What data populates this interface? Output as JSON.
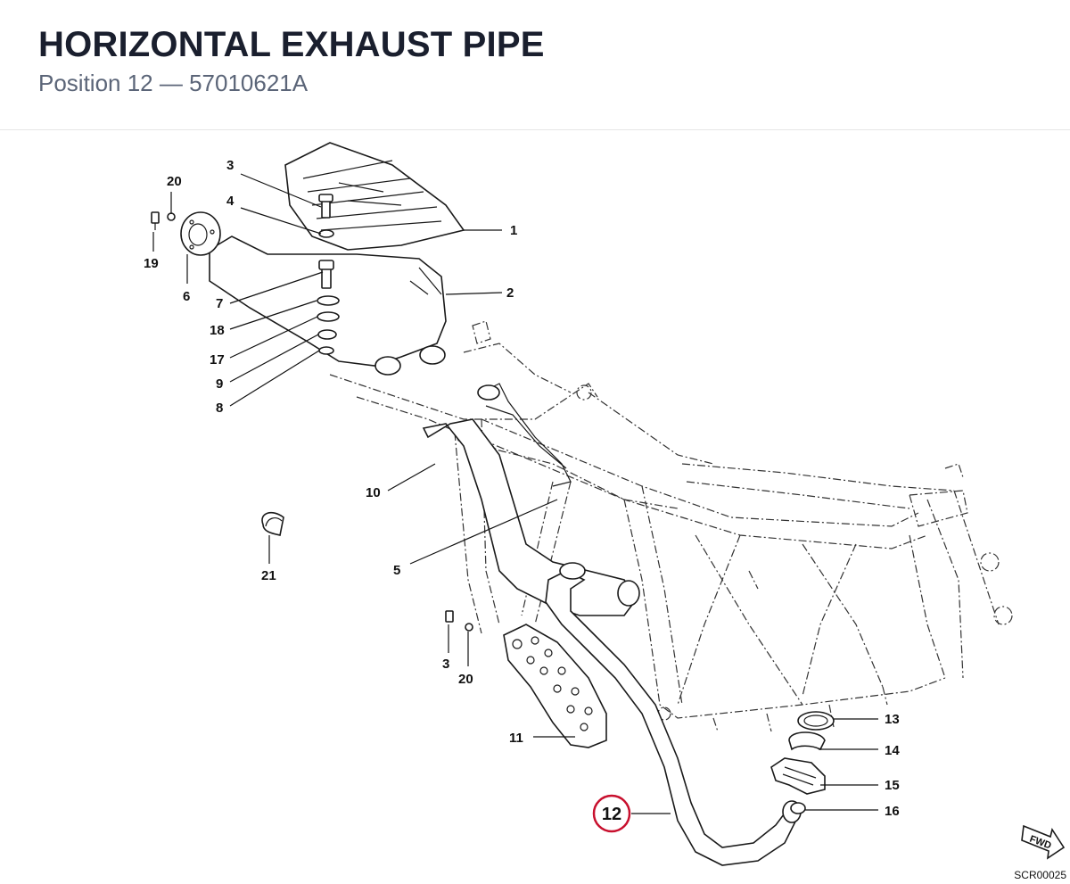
{
  "header": {
    "title": "HORIZONTAL EXHAUST PIPE",
    "subtitle": "Position 12 — 57010621A"
  },
  "diagram": {
    "highlight_color": "#c8102e",
    "highlighted_position": "12",
    "callouts": [
      {
        "id": "1",
        "label": "1"
      },
      {
        "id": "2",
        "label": "2"
      },
      {
        "id": "3a",
        "label": "3"
      },
      {
        "id": "4",
        "label": "4"
      },
      {
        "id": "5",
        "label": "5"
      },
      {
        "id": "6",
        "label": "6"
      },
      {
        "id": "7",
        "label": "7"
      },
      {
        "id": "8",
        "label": "8"
      },
      {
        "id": "9",
        "label": "9"
      },
      {
        "id": "10",
        "label": "10"
      },
      {
        "id": "11",
        "label": "11"
      },
      {
        "id": "12",
        "label": "12"
      },
      {
        "id": "13",
        "label": "13"
      },
      {
        "id": "14",
        "label": "14"
      },
      {
        "id": "15",
        "label": "15"
      },
      {
        "id": "16",
        "label": "16"
      },
      {
        "id": "17",
        "label": "17"
      },
      {
        "id": "18",
        "label": "18"
      },
      {
        "id": "19",
        "label": "19"
      },
      {
        "id": "20a",
        "label": "20"
      },
      {
        "id": "21",
        "label": "21"
      },
      {
        "id": "3b",
        "label": "3"
      },
      {
        "id": "20b",
        "label": "20"
      }
    ],
    "fwd_label": "FWD",
    "drawing_code": "SCR00025"
  }
}
